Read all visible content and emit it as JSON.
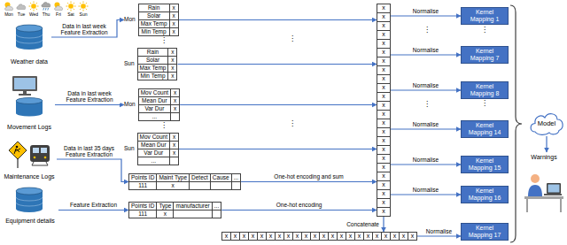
{
  "diagram": {
    "nodes": [
      {
        "text": [
          "Weather data"
        ]
      },
      {
        "text": [
          "Movement Logs"
        ]
      },
      {
        "text": [
          "Maintenance Logs"
        ]
      },
      {
        "text": [
          "Equipment details"
        ]
      },
      {
        "text": [
          "Mon",
          "Rain",
          "x",
          "Solar",
          "x",
          "Max Temp",
          "x",
          "Min Temp",
          "x"
        ]
      },
      {
        "text": [
          "Sun",
          "Rain",
          "x",
          "Solar",
          "x",
          "Max Temp",
          "x",
          "Min Temp",
          "x"
        ]
      },
      {
        "text": [
          "Mon",
          "Mov Count",
          "x",
          "Mean Dur",
          "x",
          "Var Dur",
          "x",
          "..."
        ]
      },
      {
        "text": [
          "Sun",
          "Mov Count",
          "x",
          "Mean Dur",
          "x",
          "Var Dur",
          "x",
          "..."
        ]
      },
      {
        "text": [
          "Points ID",
          "Maint Type",
          "Detect",
          "Cause",
          "...",
          "111",
          "x"
        ]
      },
      {
        "text": [
          "Points ID",
          "Type",
          "manufacturer",
          "...",
          "111",
          "x"
        ]
      },
      {
        "text": [
          "x",
          "x",
          "x",
          "x",
          "x",
          "x",
          "x",
          "x",
          "x",
          "x",
          "x",
          "x",
          "x",
          "x",
          "x",
          "x",
          "x",
          "x",
          "x",
          "x",
          "x",
          "x",
          "x",
          "x"
        ]
      },
      {
        "text": [
          "x",
          "x",
          "x",
          "x",
          "x",
          "x",
          "x",
          "x",
          "x",
          "x",
          "x",
          "x",
          "x",
          "x",
          "x",
          "x",
          "x",
          "x",
          "x",
          "x",
          "x",
          "x"
        ]
      },
      {
        "text": [
          "Kernel Mapping 1"
        ]
      },
      {
        "text": [
          "Kernel Mapping 7"
        ]
      },
      {
        "text": [
          "Kernel Mapping 8"
        ]
      },
      {
        "text": [
          "Kernel Mapping 14"
        ]
      },
      {
        "text": [
          "Kernel Mapping 15"
        ]
      },
      {
        "text": [
          "Kernel Mapping 16"
        ]
      },
      {
        "text": [
          "Kernel Mapping 17"
        ]
      },
      {
        "text": [
          "Model"
        ]
      },
      {
        "text": [
          "Warnings"
        ]
      }
    ],
    "edges": [
      {
        "from": 0,
        "to": 4,
        "arrow": "to",
        "label": "Data in last week Feature Extraction"
      },
      {
        "from": 1,
        "to": 6,
        "arrow": "to",
        "label": "Data in last week Feature Extraction"
      },
      {
        "from": 2,
        "to": 8,
        "arrow": "to",
        "label": "Data in last 35 days Feature Extraction"
      },
      {
        "from": 3,
        "to": 9,
        "arrow": "to",
        "label": "Feature Extraction"
      },
      {
        "from": 4,
        "to": 10,
        "arrow": "to"
      },
      {
        "from": 5,
        "to": 10,
        "arrow": "to"
      },
      {
        "from": 6,
        "to": 10,
        "arrow": "to"
      },
      {
        "from": 7,
        "to": 10,
        "arrow": "to"
      },
      {
        "from": 8,
        "to": 10,
        "arrow": "to",
        "label": "One-hot encoding and sum"
      },
      {
        "from": 9,
        "to": 10,
        "arrow": "to",
        "label": "One-hot encoding"
      },
      {
        "from": 10,
        "to": 11,
        "arrow": "to",
        "label": "Concatenate"
      },
      {
        "from": 10,
        "to": 12,
        "arrow": "to",
        "label": "Normalise"
      },
      {
        "from": 10,
        "to": 13,
        "arrow": "to",
        "label": "Normalise"
      },
      {
        "from": 10,
        "to": 14,
        "arrow": "to",
        "label": "Normalise"
      },
      {
        "from": 10,
        "to": 15,
        "arrow": "to",
        "label": "Normalise"
      },
      {
        "from": 10,
        "to": 16,
        "arrow": "to",
        "label": "Normalise"
      },
      {
        "from": 10,
        "to": 17,
        "arrow": "to",
        "label": "Normalise"
      },
      {
        "from": 11,
        "to": 18,
        "arrow": "to",
        "label": "Normalise"
      },
      {
        "from": 19,
        "to": 20,
        "arrow": "to"
      }
    ],
    "labels": [
      "Mon",
      "Tue",
      "Wed",
      "Thu",
      "Fri",
      "Sat",
      "Sun",
      "⋮",
      "⋮",
      "⋮",
      "⋮",
      "⋮",
      "⋮",
      "⋮",
      "⋮"
    ]
  }
}
